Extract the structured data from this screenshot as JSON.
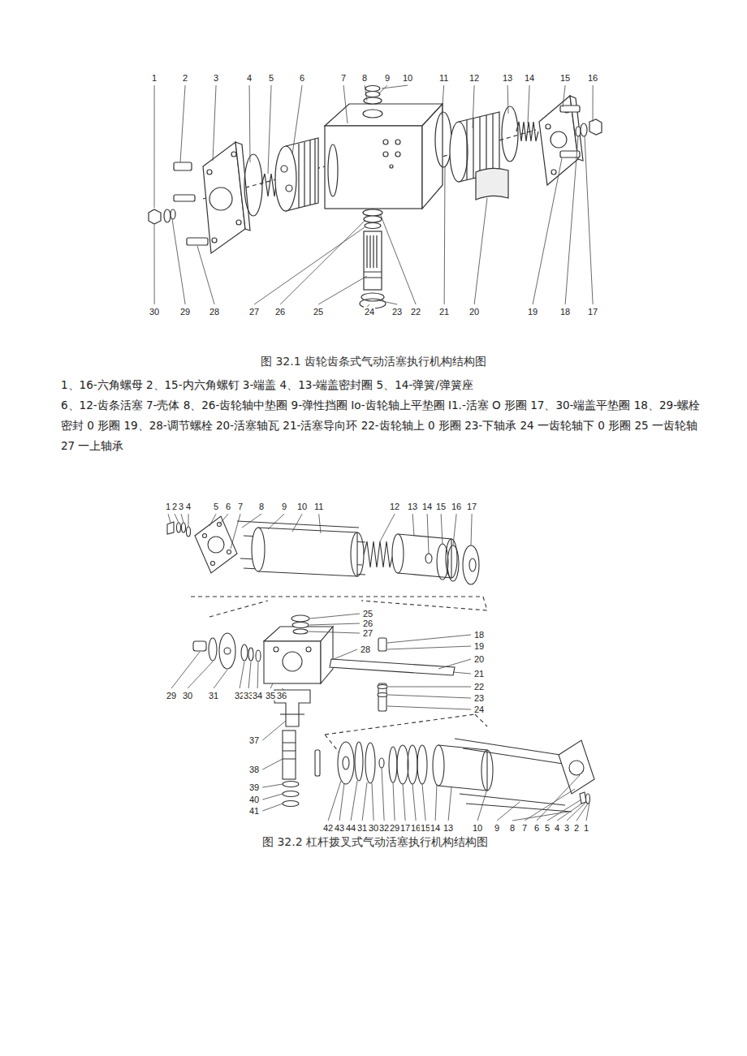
{
  "diagram": {
    "labels": [
      "1",
      "2",
      "3",
      "4",
      "5",
      "6",
      "7",
      "8",
      "9",
      "10",
      "11",
      "12",
      "13",
      "14",
      "15",
      "16",
      "30",
      "29",
      "28",
      "27",
      "26",
      "25",
      "24",
      "23",
      "22",
      "21",
      "20",
      "19",
      "18",
      "17",
      "图 32.1 齿轮齿条式气动活塞执行机构结构图",
      "1、16-六角螺母 2、15-内六角螺钉 3-端盖 4、13-端盖密封圈 5、14-弹簧/弹簧座",
      "6、12-齿条活塞 7-壳体 8、26-齿轮轴中垫圈 9-弹性挡圈 Io-齿轮轴上平垫圈 I1.-活塞 O 形圈 17、30-端盖平垫圈 18、29-螺栓密封 0 形圈 19、28-调节螺栓 20-活塞轴瓦 21-活塞导向环 22-齿轮轴上 0 形圈 23-下轴承 24 一齿轮轴下 0 形圈 25 一齿轮轴 27 一上轴承",
      "1",
      "2",
      "3",
      "4",
      "5",
      "6",
      "7",
      "8",
      "9",
      "10",
      "11",
      "12",
      "13",
      "14",
      "15",
      "16",
      "17",
      "25",
      "26",
      "27",
      "18",
      "19",
      "20",
      "21",
      "22",
      "23",
      "24",
      "29",
      "30",
      "31",
      "32",
      "33",
      "34",
      "35",
      "36",
      "28",
      "37",
      "38",
      "39",
      "40",
      "41",
      "42",
      "43",
      "44",
      "31",
      "30",
      "32",
      "29",
      "17",
      "16",
      "15",
      "14",
      "13",
      "10",
      "9",
      "8",
      "7",
      "6",
      "5",
      "4",
      "3",
      "2",
      "1",
      "图 32.2 杠杆拨叉式气动活塞执行机构结构图"
    ]
  }
}
